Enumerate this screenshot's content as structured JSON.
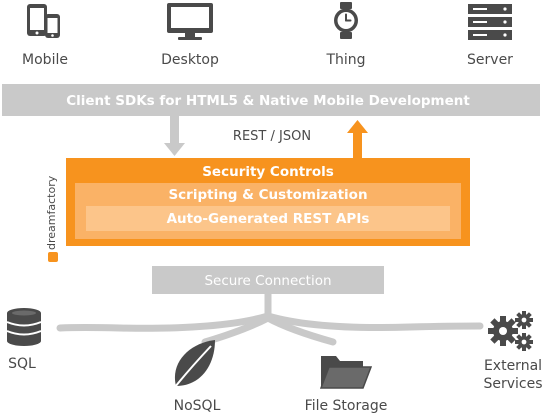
{
  "devices": {
    "mobile": "Mobile",
    "desktop": "Desktop",
    "thing": "Thing",
    "server": "Server"
  },
  "sdk_bar": "Client SDKs for HTML5 & Native Mobile Development",
  "rest_json": "REST / JSON",
  "brand": "dreamfactory",
  "platform": {
    "security": "Security Controls",
    "scripting": "Scripting & Customization",
    "apis": "Auto-Generated REST APIs"
  },
  "secure_connection": "Secure Connection",
  "backends": {
    "sql": "SQL",
    "nosql": "NoSQL",
    "file_storage": "File Storage",
    "external_line1": "External",
    "external_line2": "Services"
  },
  "colors": {
    "gray": "#c9c9c9",
    "dark": "#4a4a4a",
    "orange": "#f7931e",
    "orange_mid": "#fab266",
    "orange_light": "#fcc58a"
  }
}
